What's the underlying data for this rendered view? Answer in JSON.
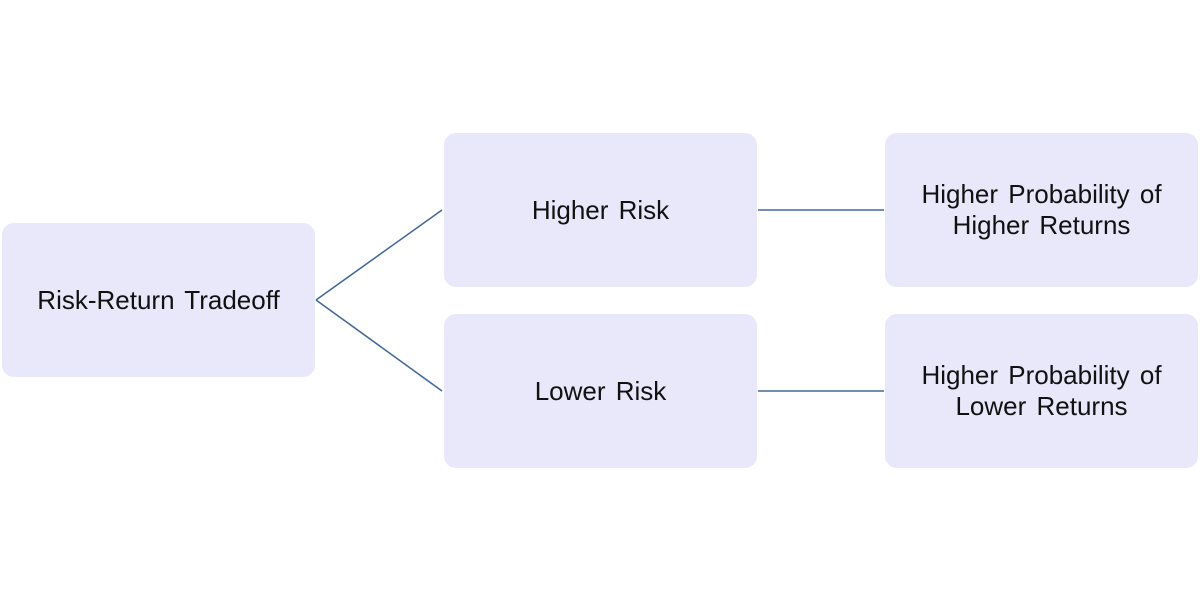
{
  "diagram": {
    "root": {
      "label": "Risk-Return Tradeoff"
    },
    "branches": [
      {
        "label": "Higher Risk",
        "outcome": "Higher Probability of Higher Returns"
      },
      {
        "label": "Lower Risk",
        "outcome": "Higher Probability of Lower Returns"
      }
    ],
    "colors": {
      "node_fill": "#e8e8fa",
      "connector": "#44699a",
      "text": "#111111"
    }
  }
}
